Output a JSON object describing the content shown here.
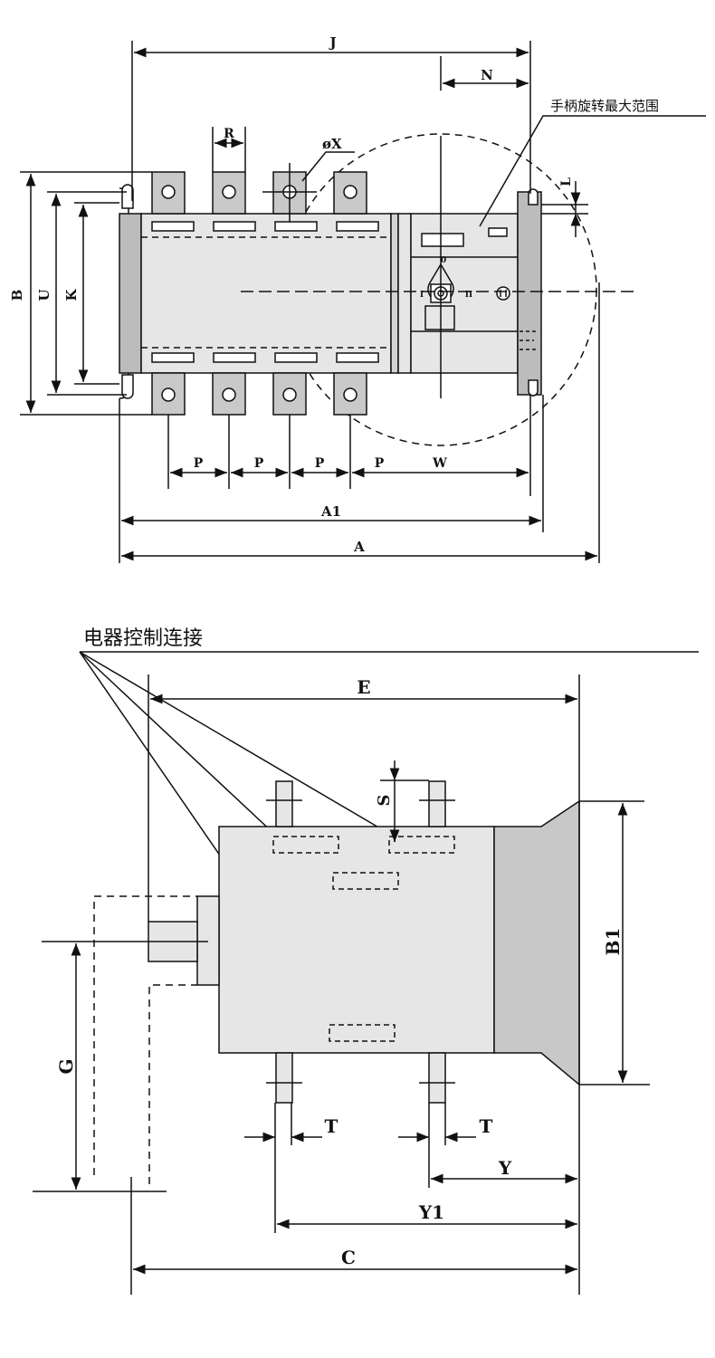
{
  "top_view": {
    "labels": {
      "J": "J",
      "N": "N",
      "R": "R",
      "phiX": "øX",
      "L": "L",
      "B": "B",
      "U": "U",
      "K": "K",
      "P": "P",
      "W": "W",
      "A1": "A1",
      "A": "A",
      "handle_range": "手柄旋转最大范围",
      "pos_I": "I",
      "pos_0": "0",
      "pos_II": "II"
    }
  },
  "side_view": {
    "labels": {
      "control_connection": "电器控制连接",
      "E": "E",
      "S": "S",
      "B1": "B1",
      "G": "G",
      "T": "T",
      "Y": "Y",
      "Y1": "Y1",
      "C": "C"
    }
  },
  "colors": {
    "body_fill": "#e6e6e6",
    "terminal_fill": "#c9c9c9",
    "end_plate_fill": "#bcbcbc",
    "line": "#111111"
  }
}
